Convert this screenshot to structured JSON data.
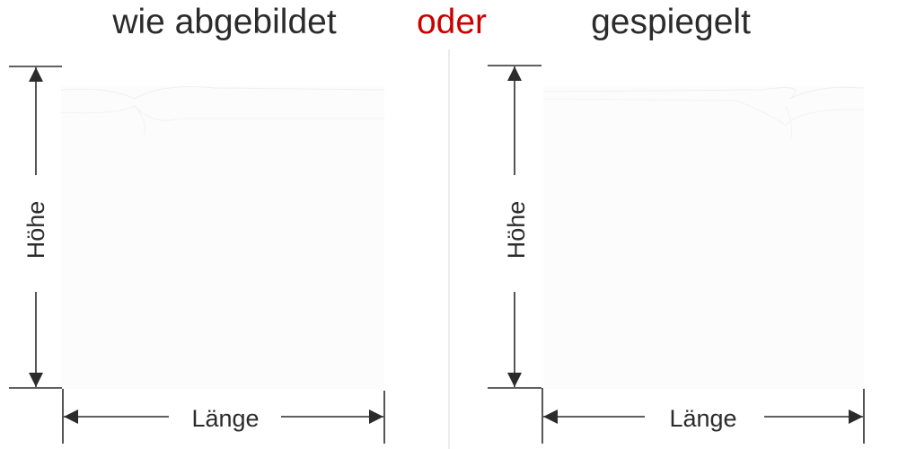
{
  "header": {
    "left_title": "wie abgebildet",
    "separator": "oder",
    "right_title": "gespiegelt"
  },
  "panels": [
    {
      "id": "as-shown",
      "height_label": "Höhe",
      "length_label": "Länge"
    },
    {
      "id": "mirrored",
      "height_label": "Höhe",
      "length_label": "Länge"
    }
  ],
  "colors": {
    "text": "#2b2b2b",
    "separator": "#cc0000",
    "lines": "#2b2b2b",
    "divider": "#e6e6e6",
    "product_fill": "#fcfcfc",
    "product_outline": "#f2f2f2"
  }
}
